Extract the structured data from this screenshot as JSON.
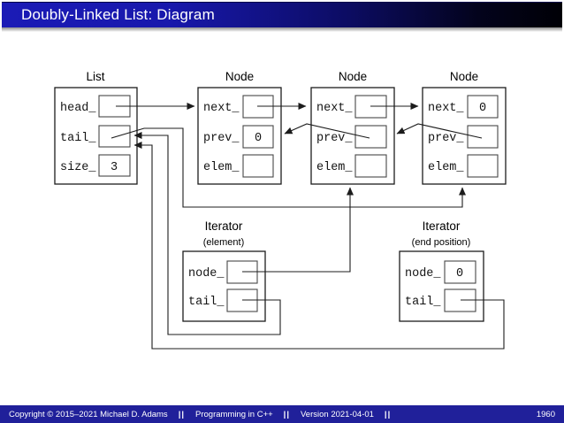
{
  "title": "Doubly-Linked List: Diagram",
  "colors": {
    "header_blue": "#1b1bb6",
    "header_fade_to": "#000006",
    "footer_navy": "#20209a",
    "line_color": "#1c1c1c",
    "background": "#ffffff"
  },
  "footer": {
    "copyright": "Copyright © 2015–2021 Michael D. Adams",
    "separator": "||",
    "course": "Programming in C++",
    "version": "Version 2021-04-01",
    "page": "1960"
  },
  "diagram": {
    "list": {
      "title": "List",
      "fields": [
        {
          "label": "head_",
          "value": ""
        },
        {
          "label": "tail_",
          "value": ""
        },
        {
          "label": "size_",
          "value": "3"
        }
      ]
    },
    "nodes": [
      {
        "title": "Node",
        "fields": [
          {
            "label": "next_",
            "value": ""
          },
          {
            "label": "prev_",
            "value": "0"
          },
          {
            "label": "elem_",
            "value": ""
          }
        ]
      },
      {
        "title": "Node",
        "fields": [
          {
            "label": "next_",
            "value": ""
          },
          {
            "label": "prev_",
            "value": ""
          },
          {
            "label": "elem_",
            "value": ""
          }
        ]
      },
      {
        "title": "Node",
        "fields": [
          {
            "label": "next_",
            "value": "0"
          },
          {
            "label": "prev_",
            "value": ""
          },
          {
            "label": "elem_",
            "value": ""
          }
        ]
      }
    ],
    "iterators": [
      {
        "title": "Iterator",
        "subtitle": "(element)",
        "fields": [
          {
            "label": "node_",
            "value": ""
          },
          {
            "label": "tail_",
            "value": ""
          }
        ]
      },
      {
        "title": "Iterator",
        "subtitle": "(end position)",
        "fields": [
          {
            "label": "node_",
            "value": "0"
          },
          {
            "label": "tail_",
            "value": ""
          }
        ]
      }
    ],
    "connections": [
      {
        "from": "list.head_",
        "to": "node1"
      },
      {
        "from": "node1.next_",
        "to": "node2"
      },
      {
        "from": "node2.next_",
        "to": "node3"
      },
      {
        "from": "node2.prev_",
        "to": "node1"
      },
      {
        "from": "node3.prev_",
        "to": "node2"
      },
      {
        "from": "list.tail_",
        "to": "node3"
      },
      {
        "from": "iterator-element.node_",
        "to": "node2"
      },
      {
        "from": "iterator-element.tail_",
        "to": "list.tail_"
      },
      {
        "from": "iterator-end.tail_",
        "to": "list.tail_"
      }
    ]
  }
}
